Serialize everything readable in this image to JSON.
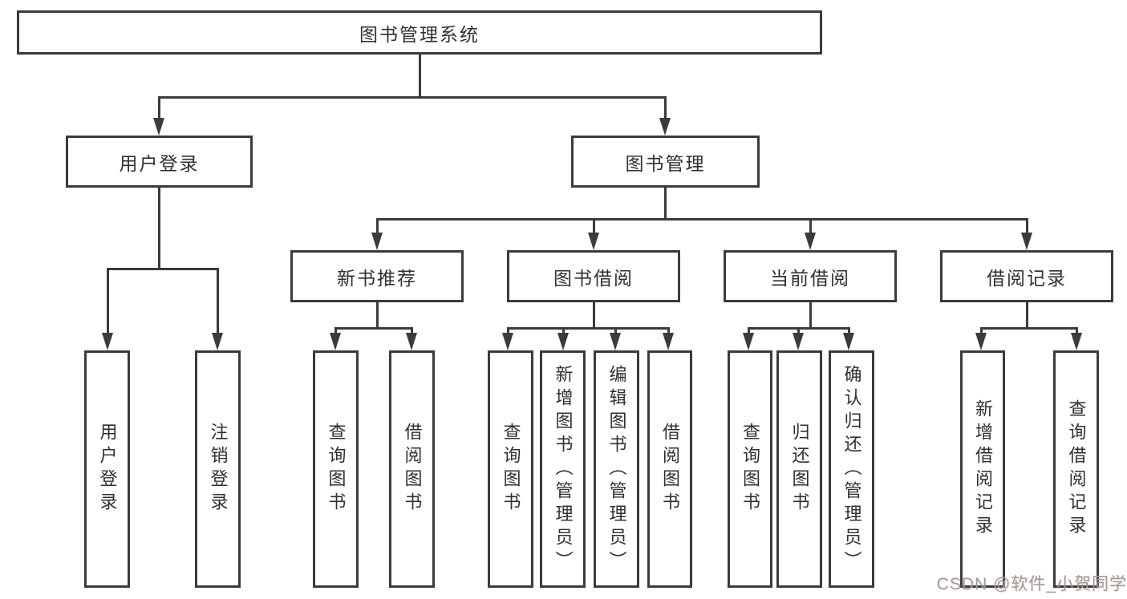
{
  "diagram": {
    "root": {
      "label": "图书管理系统"
    },
    "level2": [
      {
        "label": "用户登录"
      },
      {
        "label": "图书管理"
      }
    ],
    "level3": [
      {
        "label": "新书推荐",
        "parent": "图书管理"
      },
      {
        "label": "图书借阅",
        "parent": "图书管理"
      },
      {
        "label": "当前借阅",
        "parent": "图书管理"
      },
      {
        "label": "借阅记录",
        "parent": "图书管理"
      }
    ],
    "leaves": [
      {
        "label": "用户登录",
        "parent": "用户登录"
      },
      {
        "label": "注销登录",
        "parent": "用户登录"
      },
      {
        "label": "查询图书",
        "parent": "新书推荐"
      },
      {
        "label": "借阅图书",
        "parent": "新书推荐"
      },
      {
        "label": "查询图书",
        "parent": "图书借阅"
      },
      {
        "label": "新增图书（管理员）",
        "parent": "图书借阅"
      },
      {
        "label": "编辑图书（管理员）",
        "parent": "图书借阅"
      },
      {
        "label": "借阅图书",
        "parent": "图书借阅"
      },
      {
        "label": "查询图书",
        "parent": "当前借阅"
      },
      {
        "label": "归还图书",
        "parent": "当前借阅"
      },
      {
        "label": "确认归还（管理员）",
        "parent": "当前借阅"
      },
      {
        "label": "新增借阅记录",
        "parent": "借阅记录"
      },
      {
        "label": "查询借阅记录",
        "parent": "借阅记录"
      }
    ]
  },
  "watermark": {
    "text": "CSDN @软件_小贺同学"
  },
  "colors": {
    "line": "#3b3b3b",
    "text": "#303030",
    "watermark": "#9c9c9c",
    "background": "#ffffff"
  }
}
